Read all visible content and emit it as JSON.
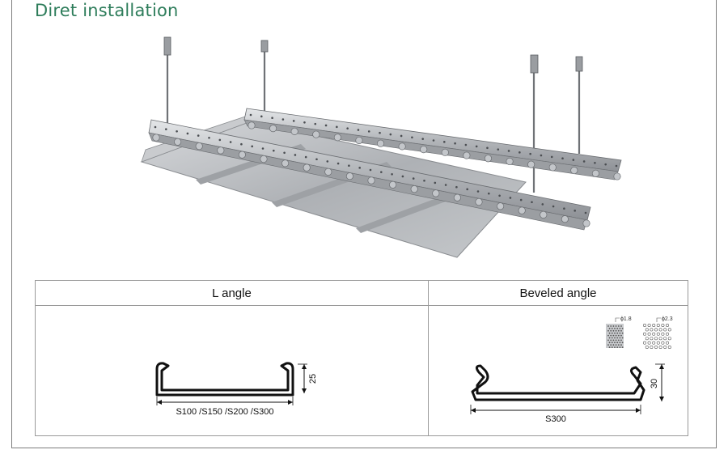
{
  "title": "Diret installation",
  "table": {
    "headers": [
      "L angle",
      "Beveled angle"
    ],
    "l_angle": {
      "width_label": "S100 /S150 /S200 /S300",
      "height_label": "25"
    },
    "beveled_angle": {
      "width_label": "S300",
      "height_label": "30",
      "perf_small_label": "ϕ1.8",
      "perf_large_label": "ϕ2.3"
    }
  },
  "colors": {
    "title": "#2e7d5b",
    "profile": "#111111",
    "panel": "#b9bcc0",
    "rail": "#cfd2d6"
  }
}
